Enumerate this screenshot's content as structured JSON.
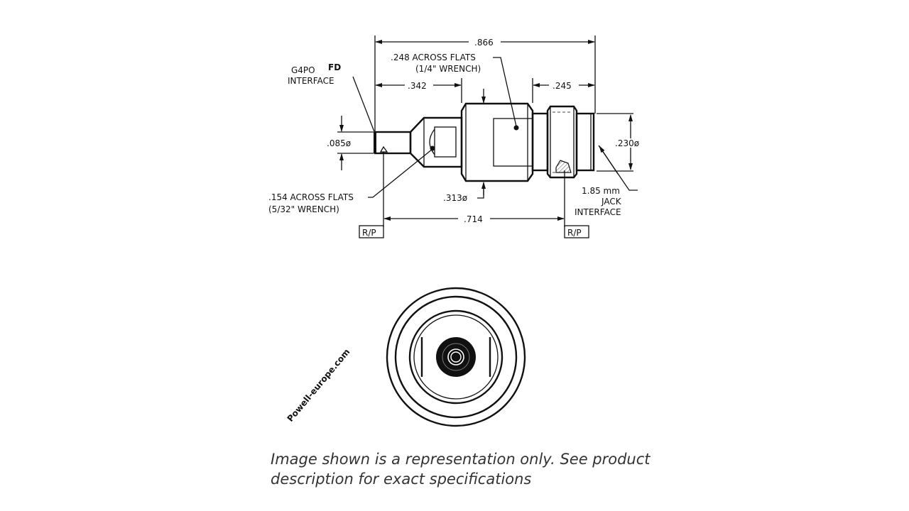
{
  "watermark": "Powell-europe.com",
  "side_view": {
    "labels": {
      "overall_length": ".866",
      "across_flats_large": ".248 ACROSS FLATS",
      "across_flats_large_wrench": "(1/4\" WRENCH)",
      "interface_left_1": "G4PO",
      "interface_left_bold": "FD",
      "interface_left_2": "INTERFACE",
      "dim_342": ".342",
      "dim_245": ".245",
      "dia_085": ".085ø",
      "dia_230": ".230ø",
      "across_flats_small": ".154 ACROSS FLATS",
      "across_flats_small_wrench": "(5/32\" WRENCH)",
      "dia_313": ".313ø",
      "interface_right_1": "1.85 mm",
      "interface_right_2": "JACK",
      "interface_right_3": "INTERFACE",
      "dim_714": ".714",
      "ref_plane_left": "R/P",
      "ref_plane_right": "R/P"
    }
  },
  "end_view": {
    "name": "connector end view"
  },
  "caption": {
    "line1": "Image shown is a representation only. See product",
    "line2": "description for exact specifications"
  }
}
